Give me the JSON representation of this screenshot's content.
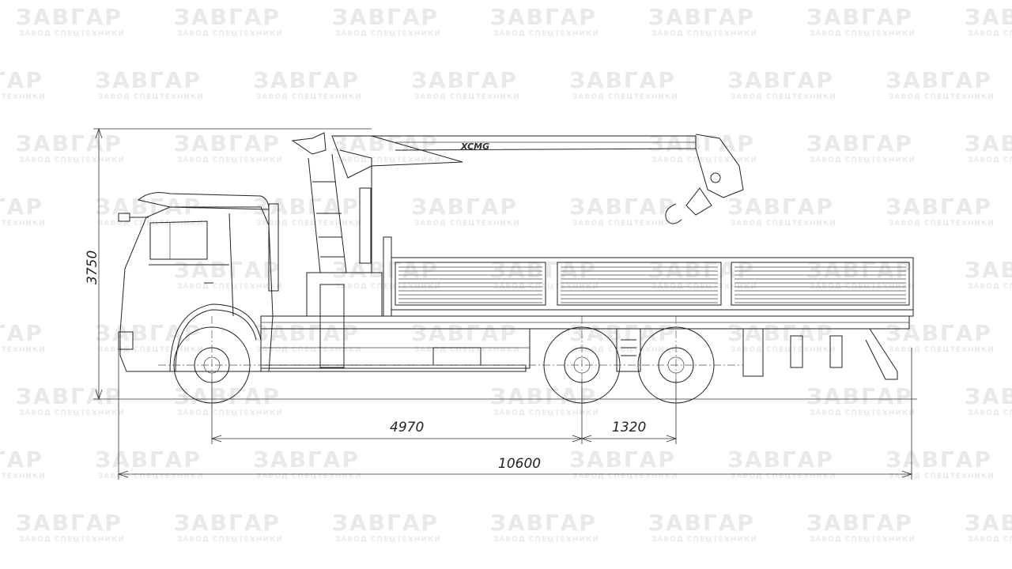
{
  "drawing": {
    "title": "Truck with XCMG crane-manipulator, side view",
    "crane_brand": "XCMG",
    "dimensions": {
      "height": "3750",
      "front_to_rear_axle": "4970",
      "rear_axle_spacing": "1320",
      "overall_length": "10600"
    }
  },
  "watermark": {
    "brand": "ЗАВГАР",
    "tagline": "ЗАВОД СПЕЦТЕХНИКИ"
  }
}
